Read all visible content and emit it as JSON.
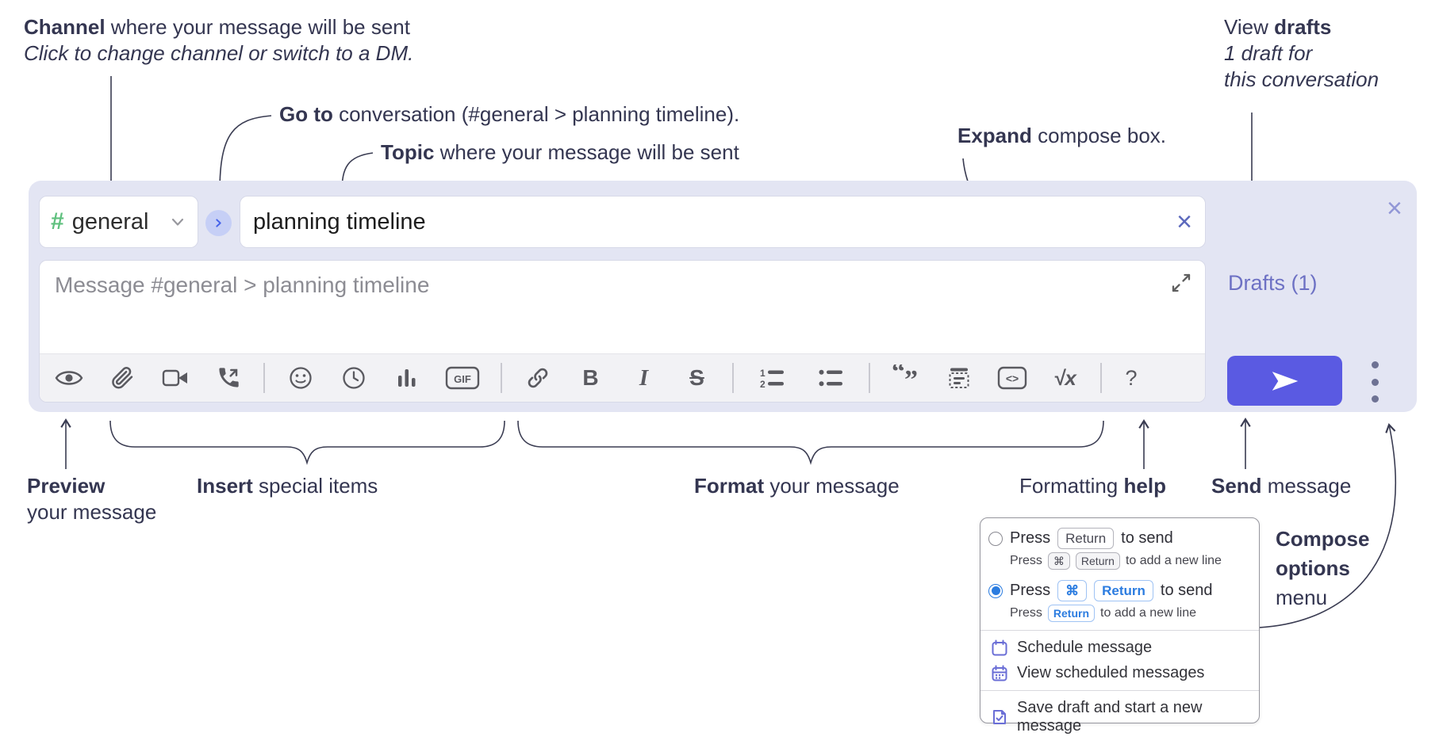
{
  "annotations": {
    "channel": {
      "bold": "Channel",
      "rest": " where your message will be sent",
      "line2": "Click to change channel or switch to a DM."
    },
    "goto": {
      "bold": "Go to",
      "rest": " conversation (#general > planning timeline)."
    },
    "topic": {
      "bold": "Topic",
      "rest": " where your message will be sent"
    },
    "drafts": {
      "pre": "View ",
      "bold": "drafts",
      "line2": "1 draft for",
      "line3": "this conversation"
    },
    "expand": {
      "bold": "Expand",
      "rest": " compose box."
    },
    "preview": {
      "bold": "Preview",
      "line2": "your message"
    },
    "insert": {
      "bold": "Insert",
      "rest": " special items"
    },
    "format": {
      "bold": "Format",
      "rest": " your message"
    },
    "help": {
      "pre": "Formatting ",
      "bold": "help"
    },
    "send": {
      "bold": "Send",
      "rest": " message"
    },
    "compose_options": {
      "line1": "Compose",
      "line2": "options",
      "line3": "menu"
    }
  },
  "compose": {
    "channel": {
      "hash": "#",
      "name": "general"
    },
    "topic": {
      "value": "planning timeline",
      "clear_icon": "×"
    },
    "close_icon": "×",
    "message": {
      "placeholder": "Message #general > planning timeline"
    },
    "drafts_link": "Drafts (1)",
    "toolbar": {
      "gif": "GIF",
      "bold": "B",
      "italic": "I",
      "strike": "S",
      "num1": "1",
      "num2": "2",
      "quote_open": "“",
      "quote_close": "”",
      "code": "<>",
      "math": "√x",
      "help": "?"
    }
  },
  "menu": {
    "options": [
      {
        "pre": "Press",
        "keys": [
          "Return"
        ],
        "post": "to send",
        "selected": false,
        "sub_pre": "Press",
        "sub_keys": [
          "⌘",
          "Return"
        ],
        "sub_post": "to add a new line"
      },
      {
        "pre": "Press",
        "keys": [
          "⌘",
          "Return"
        ],
        "post": "to send",
        "selected": true,
        "sub_pre": "Press",
        "sub_keys": [
          "Return"
        ],
        "sub_post": "to add a new line"
      }
    ],
    "items": [
      {
        "label": "Schedule message"
      },
      {
        "label": "View scheduled messages"
      },
      {
        "label": "Save draft and start a new message"
      }
    ]
  },
  "colors": {
    "compose_bg": "#e3e5f3",
    "send_button": "#5a5ae2",
    "drafts_link": "#6d71c4",
    "hash_green": "#5fc07e",
    "kbd_blue": "#2b7ce0",
    "menu_icon_purple": "#6a6ed6",
    "annotation_text": "#343651"
  }
}
